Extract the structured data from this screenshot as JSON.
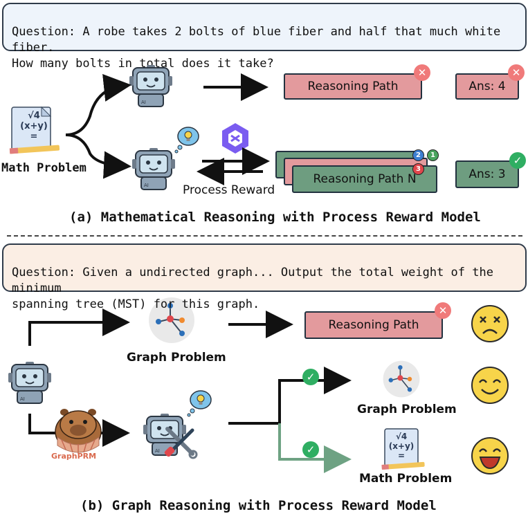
{
  "top": {
    "question": "Question: A robe takes 2 bolts of blue fiber and half that much white fiber.\nHow many bolts in total does it take?",
    "math_problem_label": "Math Problem",
    "math_icon_text": [
      "√4",
      "(x+y)",
      "="
    ],
    "process_reward_label": "Process Reward",
    "reasoning_path_label": "Reasoning Path",
    "reasoning_path_n_label": "Reasoning Path N",
    "answer_wrong": "Ans: 4",
    "answer_right": "Ans: 3",
    "step_badges": [
      "2",
      "1",
      "3"
    ],
    "caption": "(a) Mathematical Reasoning with Process Reward Model"
  },
  "bottom": {
    "question": "Question: Given a undirected graph... Output the total weight of the minimum\nspanning tree (MST) for this graph.",
    "graph_problem_label": "Graph Problem",
    "reasoning_path_label": "Reasoning Path",
    "graph_problem_label_2": "Graph Problem",
    "math_problem_label": "Math Problem",
    "math_icon_text": [
      "√4",
      "(x+y)",
      "="
    ],
    "graphprm_label": "GraphPRM",
    "caption": "(b) Graph Reasoning with Process Reward Model"
  },
  "colors": {
    "wrong_box": "#e39a9d",
    "right_box": "#6e9d80",
    "wrong_badge": "#f07a7a",
    "right_badge": "#2fae62",
    "top_question_bg": "#eef4fb",
    "bottom_question_bg": "#fbeee4"
  },
  "icons": [
    "robot-icon",
    "thinking-robot-icon",
    "math-paper-icon",
    "reward-model-logo-icon",
    "graph-node-icon",
    "capybara-icon",
    "tools-icon",
    "frowning-face-icon",
    "smiling-face-icon",
    "grinning-face-icon",
    "cross-badge-icon",
    "check-badge-icon"
  ]
}
